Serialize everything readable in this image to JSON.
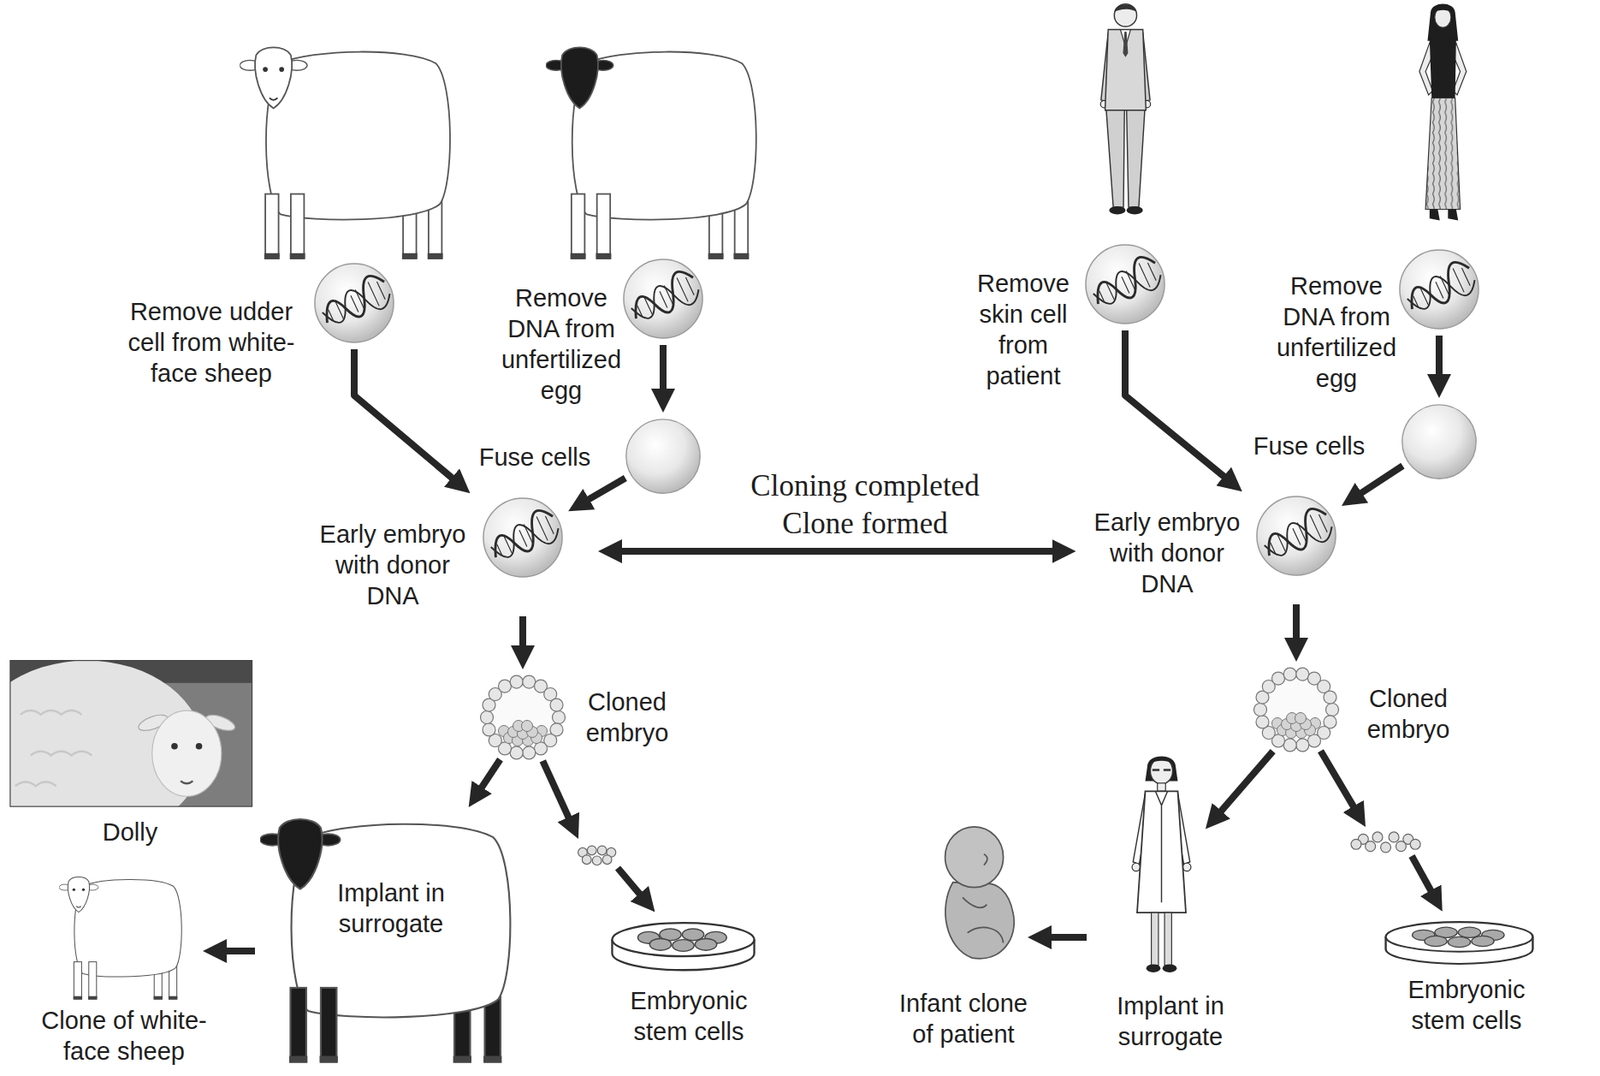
{
  "diagram": {
    "nodes": [
      {
        "text": [
          "Remove udder cell from white-face sheep"
        ]
      },
      {
        "text": [
          "Remove DNA from unfertilized egg"
        ]
      },
      {
        "text": [
          "Fuse cells"
        ]
      },
      {
        "text": [
          "Early embryo with donor DNA"
        ]
      },
      {
        "text": [
          "Cloned embryo"
        ]
      },
      {
        "text": [
          "Implant in surrogate"
        ]
      },
      {
        "text": [
          "Embryonic stem cells"
        ]
      },
      {
        "text": [
          "Clone of white-face sheep"
        ]
      },
      {
        "text": [
          "Remove skin cell from patient"
        ]
      },
      {
        "text": [
          "Remove DNA from unfertilized egg"
        ]
      },
      {
        "text": [
          "Fuse cells"
        ]
      },
      {
        "text": [
          "Early embryo with donor DNA"
        ]
      },
      {
        "text": [
          "Cloned embryo"
        ]
      },
      {
        "text": [
          "Implant in surrogate"
        ]
      },
      {
        "text": [
          "Embryonic stem cells"
        ]
      },
      {
        "text": [
          "Infant clone of patient"
        ]
      }
    ],
    "edges": [
      {
        "from": 0,
        "to": 3,
        "arrow": "to"
      },
      {
        "from": 1,
        "to": 2,
        "arrow": "to"
      },
      {
        "from": 2,
        "to": 3,
        "arrow": "to"
      },
      {
        "from": 3,
        "to": 11,
        "label": "Cloning completed Clone formed",
        "arrow": "both"
      },
      {
        "from": 3,
        "to": 4,
        "arrow": "to"
      },
      {
        "from": 4,
        "to": 5,
        "arrow": "to"
      },
      {
        "from": 4,
        "to": 6,
        "arrow": "to"
      },
      {
        "from": 5,
        "to": 7,
        "arrow": "to"
      },
      {
        "from": 8,
        "to": 11,
        "arrow": "to"
      },
      {
        "from": 9,
        "to": 10,
        "arrow": "to"
      },
      {
        "from": 10,
        "to": 11,
        "arrow": "to"
      },
      {
        "from": 11,
        "to": 12,
        "arrow": "to"
      },
      {
        "from": 12,
        "to": 13,
        "arrow": "to"
      },
      {
        "from": 12,
        "to": 14,
        "arrow": "to"
      },
      {
        "from": 13,
        "to": 15,
        "arrow": "to"
      }
    ],
    "labels": [
      "Dolly"
    ]
  }
}
